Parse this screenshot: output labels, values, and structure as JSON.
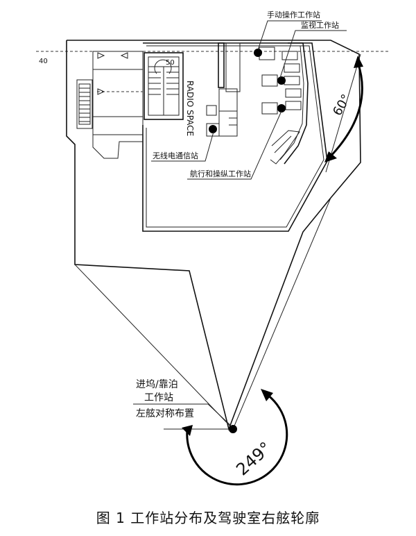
{
  "figure": {
    "caption": "图 1  工作站分布及驾驶室右舷轮廓",
    "labels": {
      "manual_station": "手动操作工作站",
      "monitor_station": "监视工作站",
      "radio_station": "无线电通信站",
      "nav_station": "航行和操纵工作站",
      "docking_line1": "进坞/靠泊",
      "docking_line2": "工作站",
      "port_symmetric": "左舷对称布置",
      "radio_space": "RADIO SPACE",
      "frame_40": "40",
      "stair_50": "50",
      "angle_60": "60°",
      "angle_249": "249°"
    }
  }
}
